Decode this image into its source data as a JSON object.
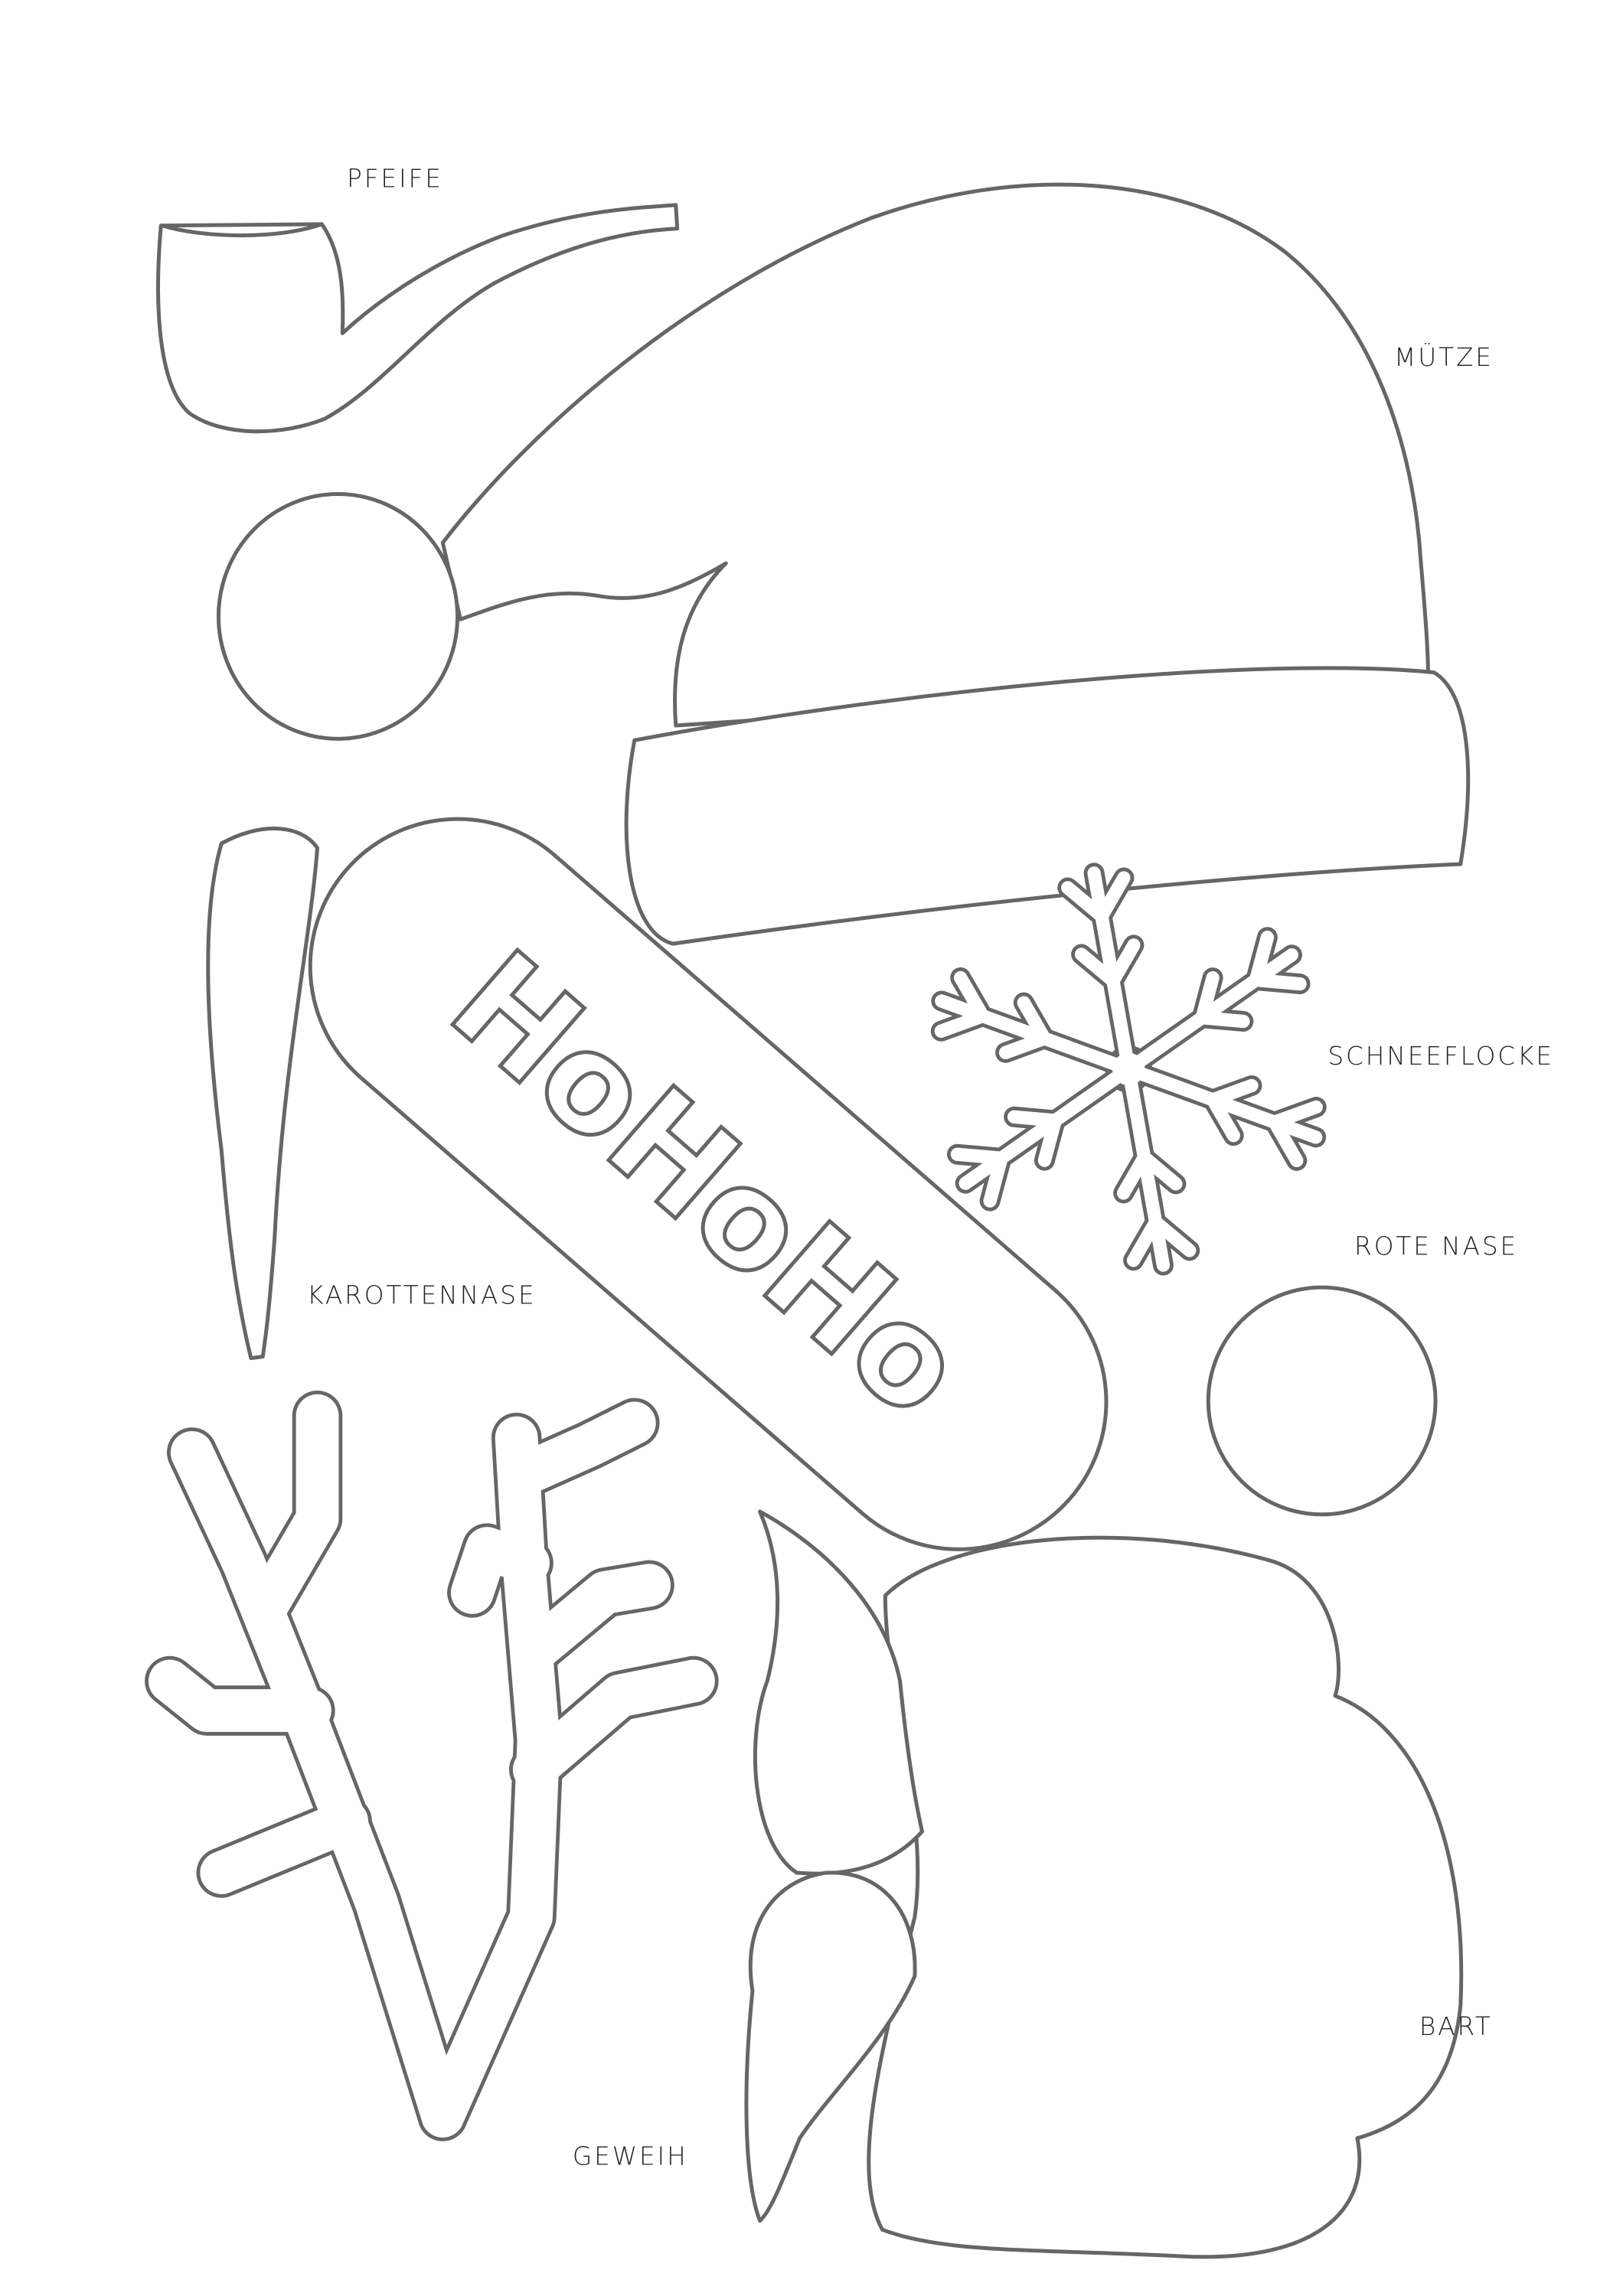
{
  "labels": {
    "pipe": "PFEIFE",
    "hat": "MÜTZE",
    "snowflake": "SCHNEEFLOCKE",
    "red_nose": "ROTE NASE",
    "carrot_nose": "KAROTTENNASE",
    "antlers": "GEWEIH",
    "beard": "BART"
  },
  "plate_text": "HoHoHo",
  "colors": {
    "outline": "#666666",
    "label": "#222222",
    "background": "#ffffff"
  }
}
